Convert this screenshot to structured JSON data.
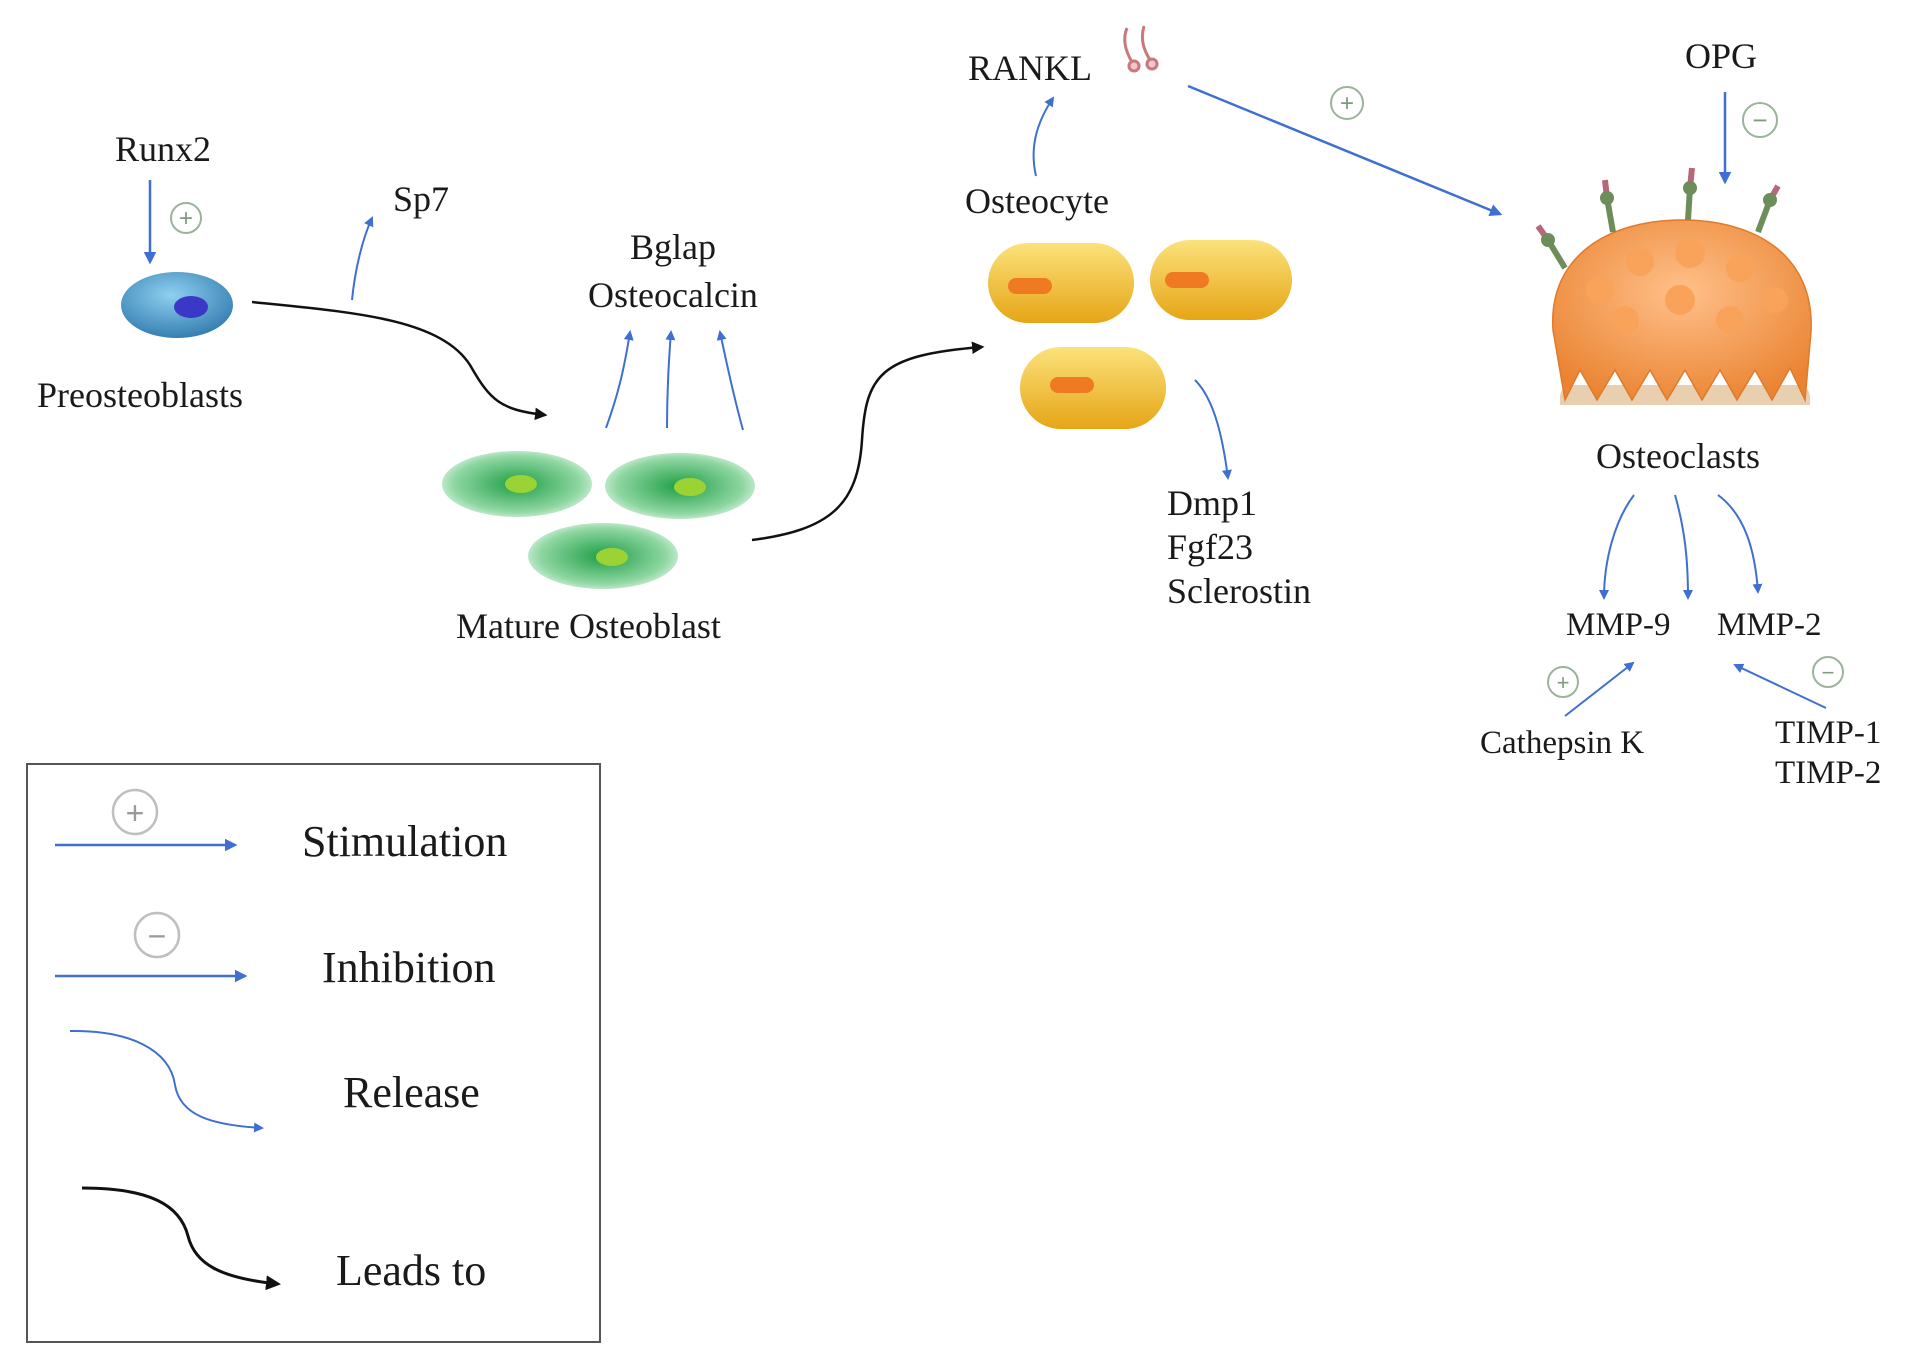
{
  "labels": {
    "runx2": "Runx2",
    "sp7": "Sp7",
    "preosteoblasts": "Preosteoblasts",
    "bglap": "Bglap",
    "osteocalcin": "Osteocalcin",
    "mature_osteoblast": "Mature Osteoblast",
    "rankl": "RANKL",
    "osteocyte": "Osteocyte",
    "dmp1": "Dmp1",
    "fgf23": "Fgf23",
    "sclerostin": "Sclerostin",
    "opg": "OPG",
    "osteoclasts": "Osteoclasts",
    "mmp9": "MMP-9",
    "mmp2": "MMP-2",
    "cathepsin_k": "Cathepsin K",
    "timp1": "TIMP-1",
    "timp2": "TIMP-2"
  },
  "legend": {
    "stimulation": "Stimulation",
    "inhibition": "Inhibition",
    "release": "Release",
    "leads_to": "Leads to"
  },
  "signs": {
    "plus": "+",
    "minus": "−"
  },
  "colors": {
    "arrow_blue": "#3e6fd1",
    "arrow_black": "#111111",
    "preosteoblast": "#3f8fc4",
    "osteoblast": "#3cb55a",
    "osteocyte": "#f2b21c",
    "osteoclast": "#f09a45"
  }
}
